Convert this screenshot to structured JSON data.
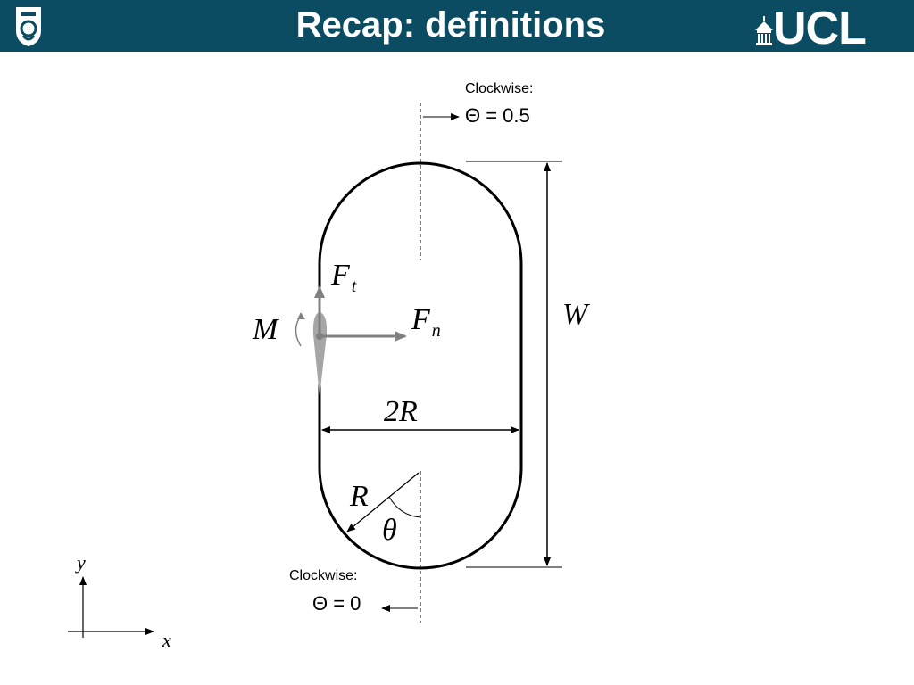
{
  "header": {
    "title": "Recap: definitions",
    "logo_text": "UCL",
    "background_color": "#0b4c62"
  },
  "diagram": {
    "top_marker": {
      "caption": "Clockwise:",
      "value": "Θ = 0.5"
    },
    "bottom_marker": {
      "caption": "Clockwise:",
      "value": "Θ = 0"
    },
    "labels": {
      "tangential_force": "F",
      "tangential_sub": "t",
      "normal_force": "F",
      "normal_sub": "n",
      "moment": "M",
      "width": "W",
      "diameter": "2R",
      "radius": "R",
      "angle": "θ",
      "y_axis": "y",
      "x_axis": "x"
    },
    "colors": {
      "outline": "#000000",
      "force_arrow": "#808080",
      "blade": "#a6a6a6"
    }
  }
}
